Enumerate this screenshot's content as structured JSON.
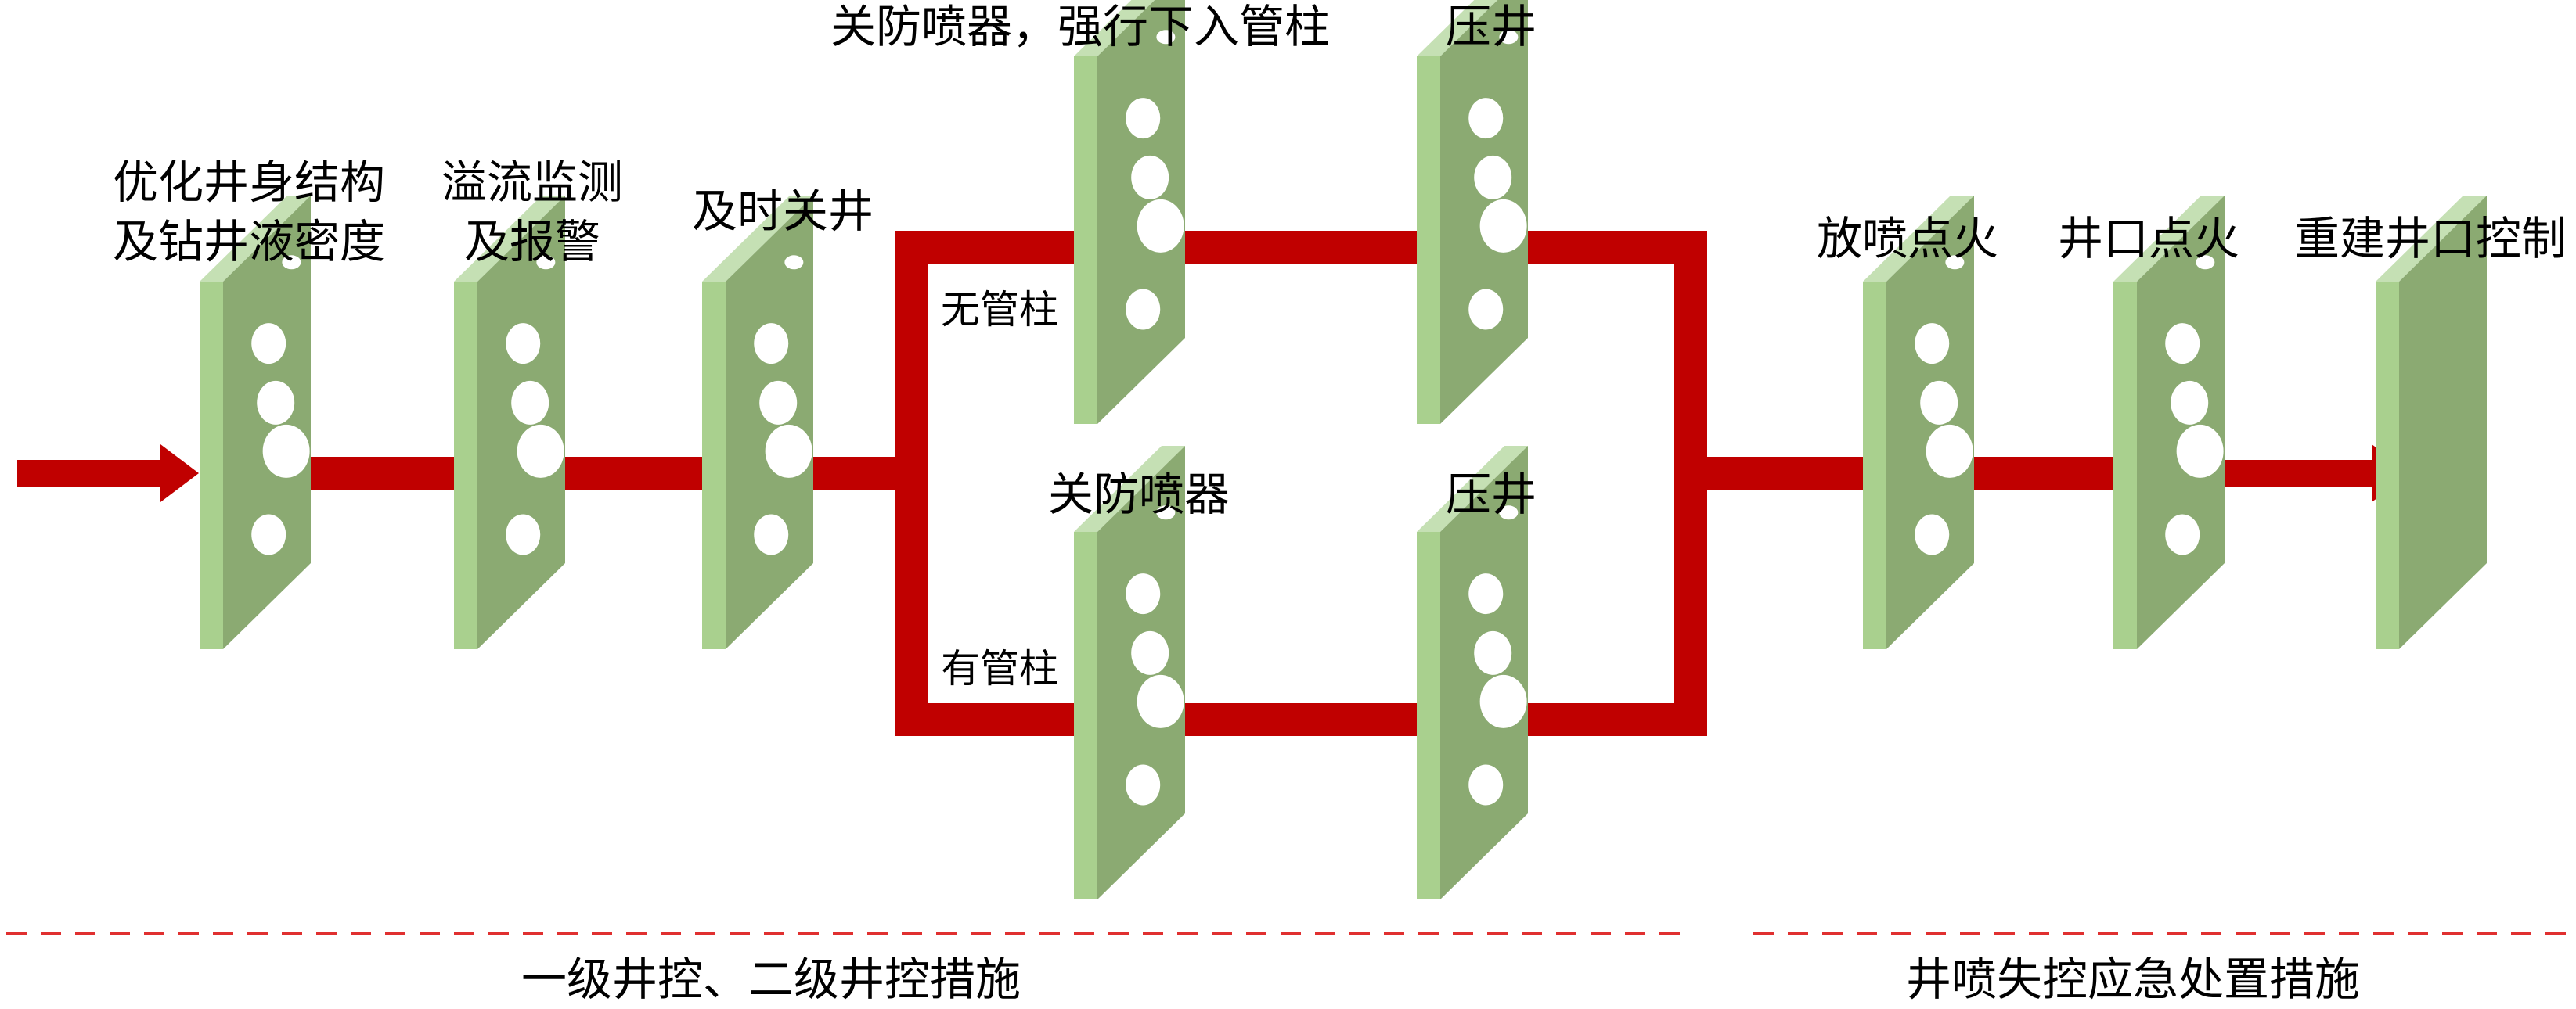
{
  "colors": {
    "flow": "#C00000",
    "panel_face": "#8BAA72",
    "panel_edge": "#A9D08E",
    "panel_top": "#C5E0B4",
    "hole": "#FFFFFF",
    "divider": "#E03030"
  },
  "stages": [
    {
      "line1": "优化井身结构",
      "line2": "及钻井液密度"
    },
    {
      "line1": "溢流监测",
      "line2": "及报警"
    },
    {
      "line1": "及时关井"
    },
    {
      "line1": "关防喷器，强行下入管柱"
    },
    {
      "line1": "压井"
    },
    {
      "line1": "关防喷器"
    },
    {
      "line1": "压井"
    },
    {
      "line1": "放喷点火"
    },
    {
      "line1": "井口点火"
    },
    {
      "line1": "重建井口控制"
    }
  ],
  "branches": {
    "upper": "无管柱",
    "lower": "有管柱"
  },
  "sections": {
    "left": "一级井控、二级井控措施",
    "right": "井喷失控应急处置措施"
  }
}
